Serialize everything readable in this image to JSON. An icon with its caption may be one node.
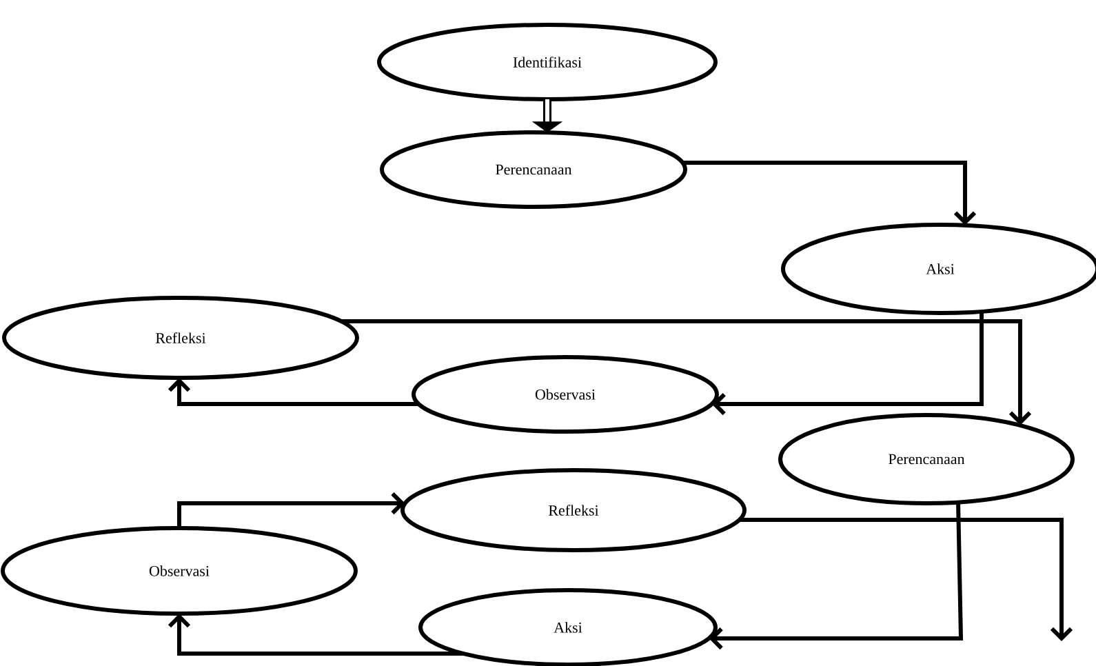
{
  "diagram": {
    "nodes": [
      {
        "text": [
          "Identifikasi"
        ]
      },
      {
        "text": [
          "Perencanaan"
        ]
      },
      {
        "text": [
          "Aksi"
        ]
      },
      {
        "text": [
          "Refleksi"
        ]
      },
      {
        "text": [
          "Observasi"
        ]
      },
      {
        "text": [
          "Perencanaan"
        ]
      },
      {
        "text": [
          "Refleksi"
        ]
      },
      {
        "text": [
          "Observasi"
        ]
      },
      {
        "text": [
          "Aksi"
        ]
      }
    ],
    "edges": [
      {
        "from": 0,
        "to": 1,
        "arrow": "to",
        "style": "thick"
      },
      {
        "from": 1,
        "to": 2,
        "arrow": "to"
      },
      {
        "from": 2,
        "to": 4,
        "arrow": "to"
      },
      {
        "from": 4,
        "to": 3,
        "arrow": "to"
      },
      {
        "from": 3,
        "to": 5,
        "arrow": "to"
      },
      {
        "from": 5,
        "to": 8,
        "arrow": "to"
      },
      {
        "from": 8,
        "to": 7,
        "arrow": "to"
      },
      {
        "from": 7,
        "to": 6,
        "arrow": "to"
      },
      {
        "from": 6,
        "to": null,
        "arrow": "to"
      }
    ]
  }
}
